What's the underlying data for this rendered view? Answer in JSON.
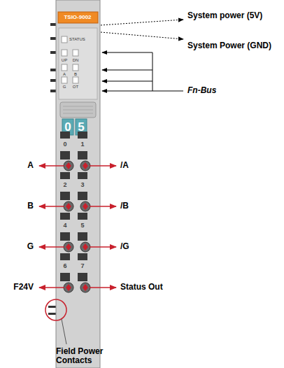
{
  "diagram": {
    "labels": [
      "TSIO-9002",
      "STATUS",
      "UP",
      "DN",
      "A",
      "B",
      "G",
      "OT",
      "0",
      "5",
      "0",
      "1",
      "2",
      "3",
      "4",
      "5",
      "6",
      "7",
      "System power (5V)",
      "System Power (GND)",
      "Fn-Bus",
      "A",
      "/A",
      "B",
      "/B",
      "G",
      "/G",
      "F24V",
      "Status Out",
      "Field Power Contacts"
    ]
  }
}
